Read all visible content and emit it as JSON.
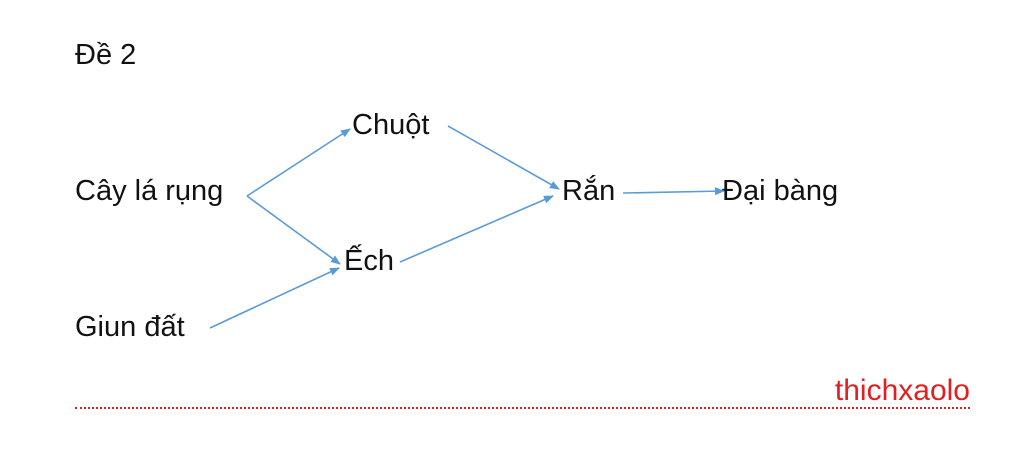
{
  "title": "Đề 2",
  "nodes": {
    "cay_la_rung": "Cây lá rụng",
    "giun_dat": "Giun đất",
    "chuot": "Chuột",
    "ech": "Ếch",
    "ran": "Rắn",
    "dai_bang": "Đại bàng"
  },
  "edges": [
    {
      "from": "cay_la_rung",
      "to": "chuot"
    },
    {
      "from": "cay_la_rung",
      "to": "ech"
    },
    {
      "from": "giun_dat",
      "to": "ech"
    },
    {
      "from": "chuot",
      "to": "ran"
    },
    {
      "from": "ech",
      "to": "ran"
    },
    {
      "from": "ran",
      "to": "dai_bang"
    }
  ],
  "colors": {
    "arrow": "#5b9bd5",
    "watermark": "#e02020",
    "text": "#111111"
  },
  "watermark": "thichxaolo"
}
